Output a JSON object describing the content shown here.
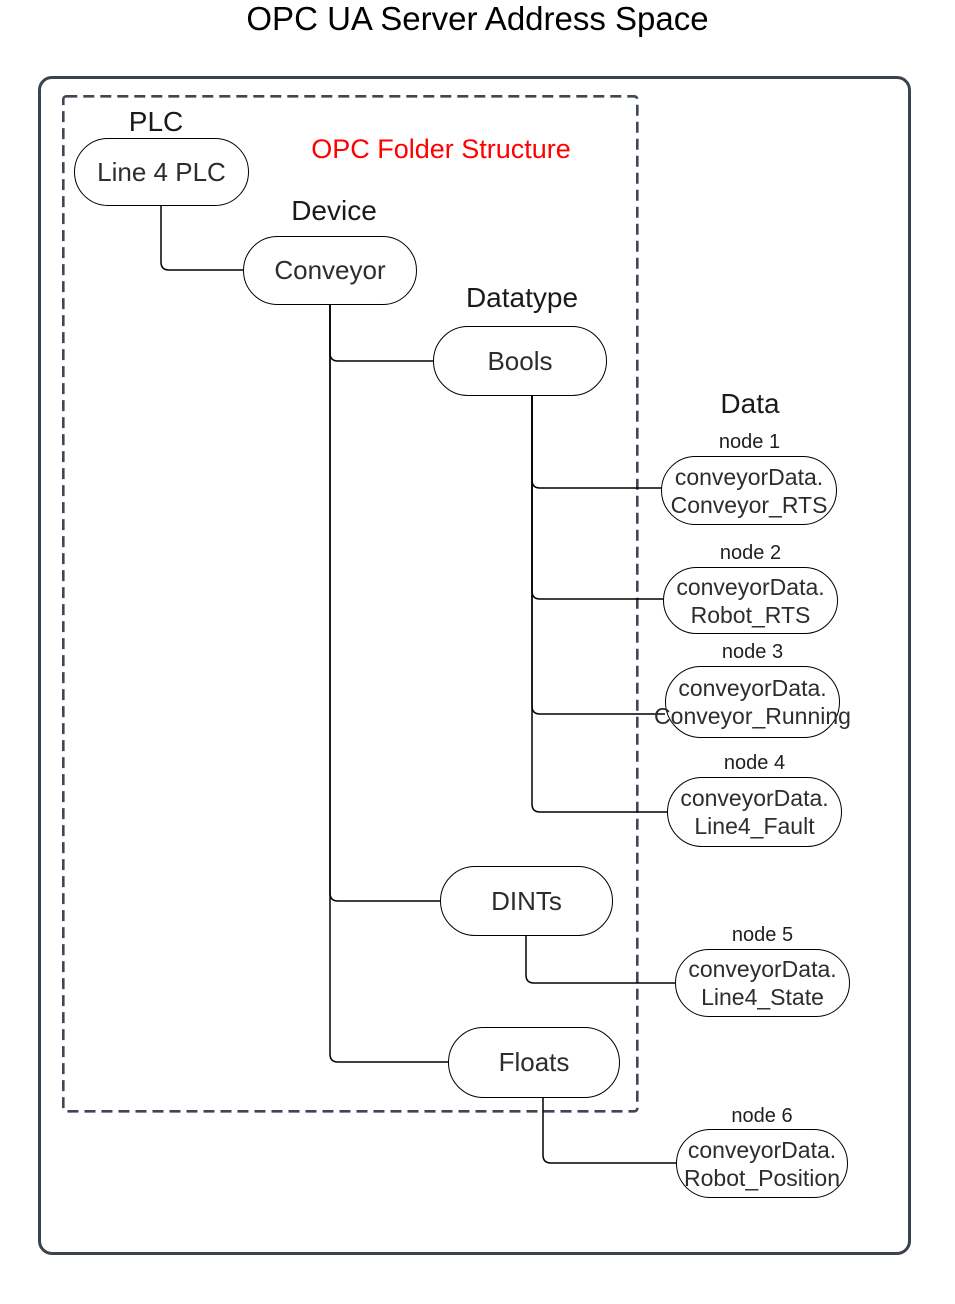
{
  "title": "OPC UA Server Address Space",
  "diagram": {
    "folder_label": "OPC Folder Structure",
    "levels": {
      "plc": "PLC",
      "device": "Device",
      "datatype": "Datatype",
      "data": "Data"
    },
    "nodes": {
      "plc": "Line 4 PLC",
      "device": "Conveyor",
      "datatypes": [
        "Bools",
        "DINTs",
        "Floats"
      ]
    },
    "data_nodes": [
      {
        "label": "node 1",
        "line1": "conveyorData.",
        "line2": "Conveyor_RTS"
      },
      {
        "label": "node 2",
        "line1": "conveyorData.",
        "line2": "Robot_RTS"
      },
      {
        "label": "node 3",
        "line1": "conveyorData.",
        "line2": "Conveyor_Running"
      },
      {
        "label": "node 4",
        "line1": "conveyorData.",
        "line2": "Line4_Fault"
      },
      {
        "label": "node 5",
        "line1": "conveyorData.",
        "line2": "Line4_State"
      },
      {
        "label": "node 6",
        "line1": "conveyorData.",
        "line2": "Robot_Position"
      }
    ],
    "colors": {
      "accent_red": "#ff0000",
      "frame": "#3b434e",
      "node_border": "#000000",
      "connector": "#000000"
    }
  }
}
